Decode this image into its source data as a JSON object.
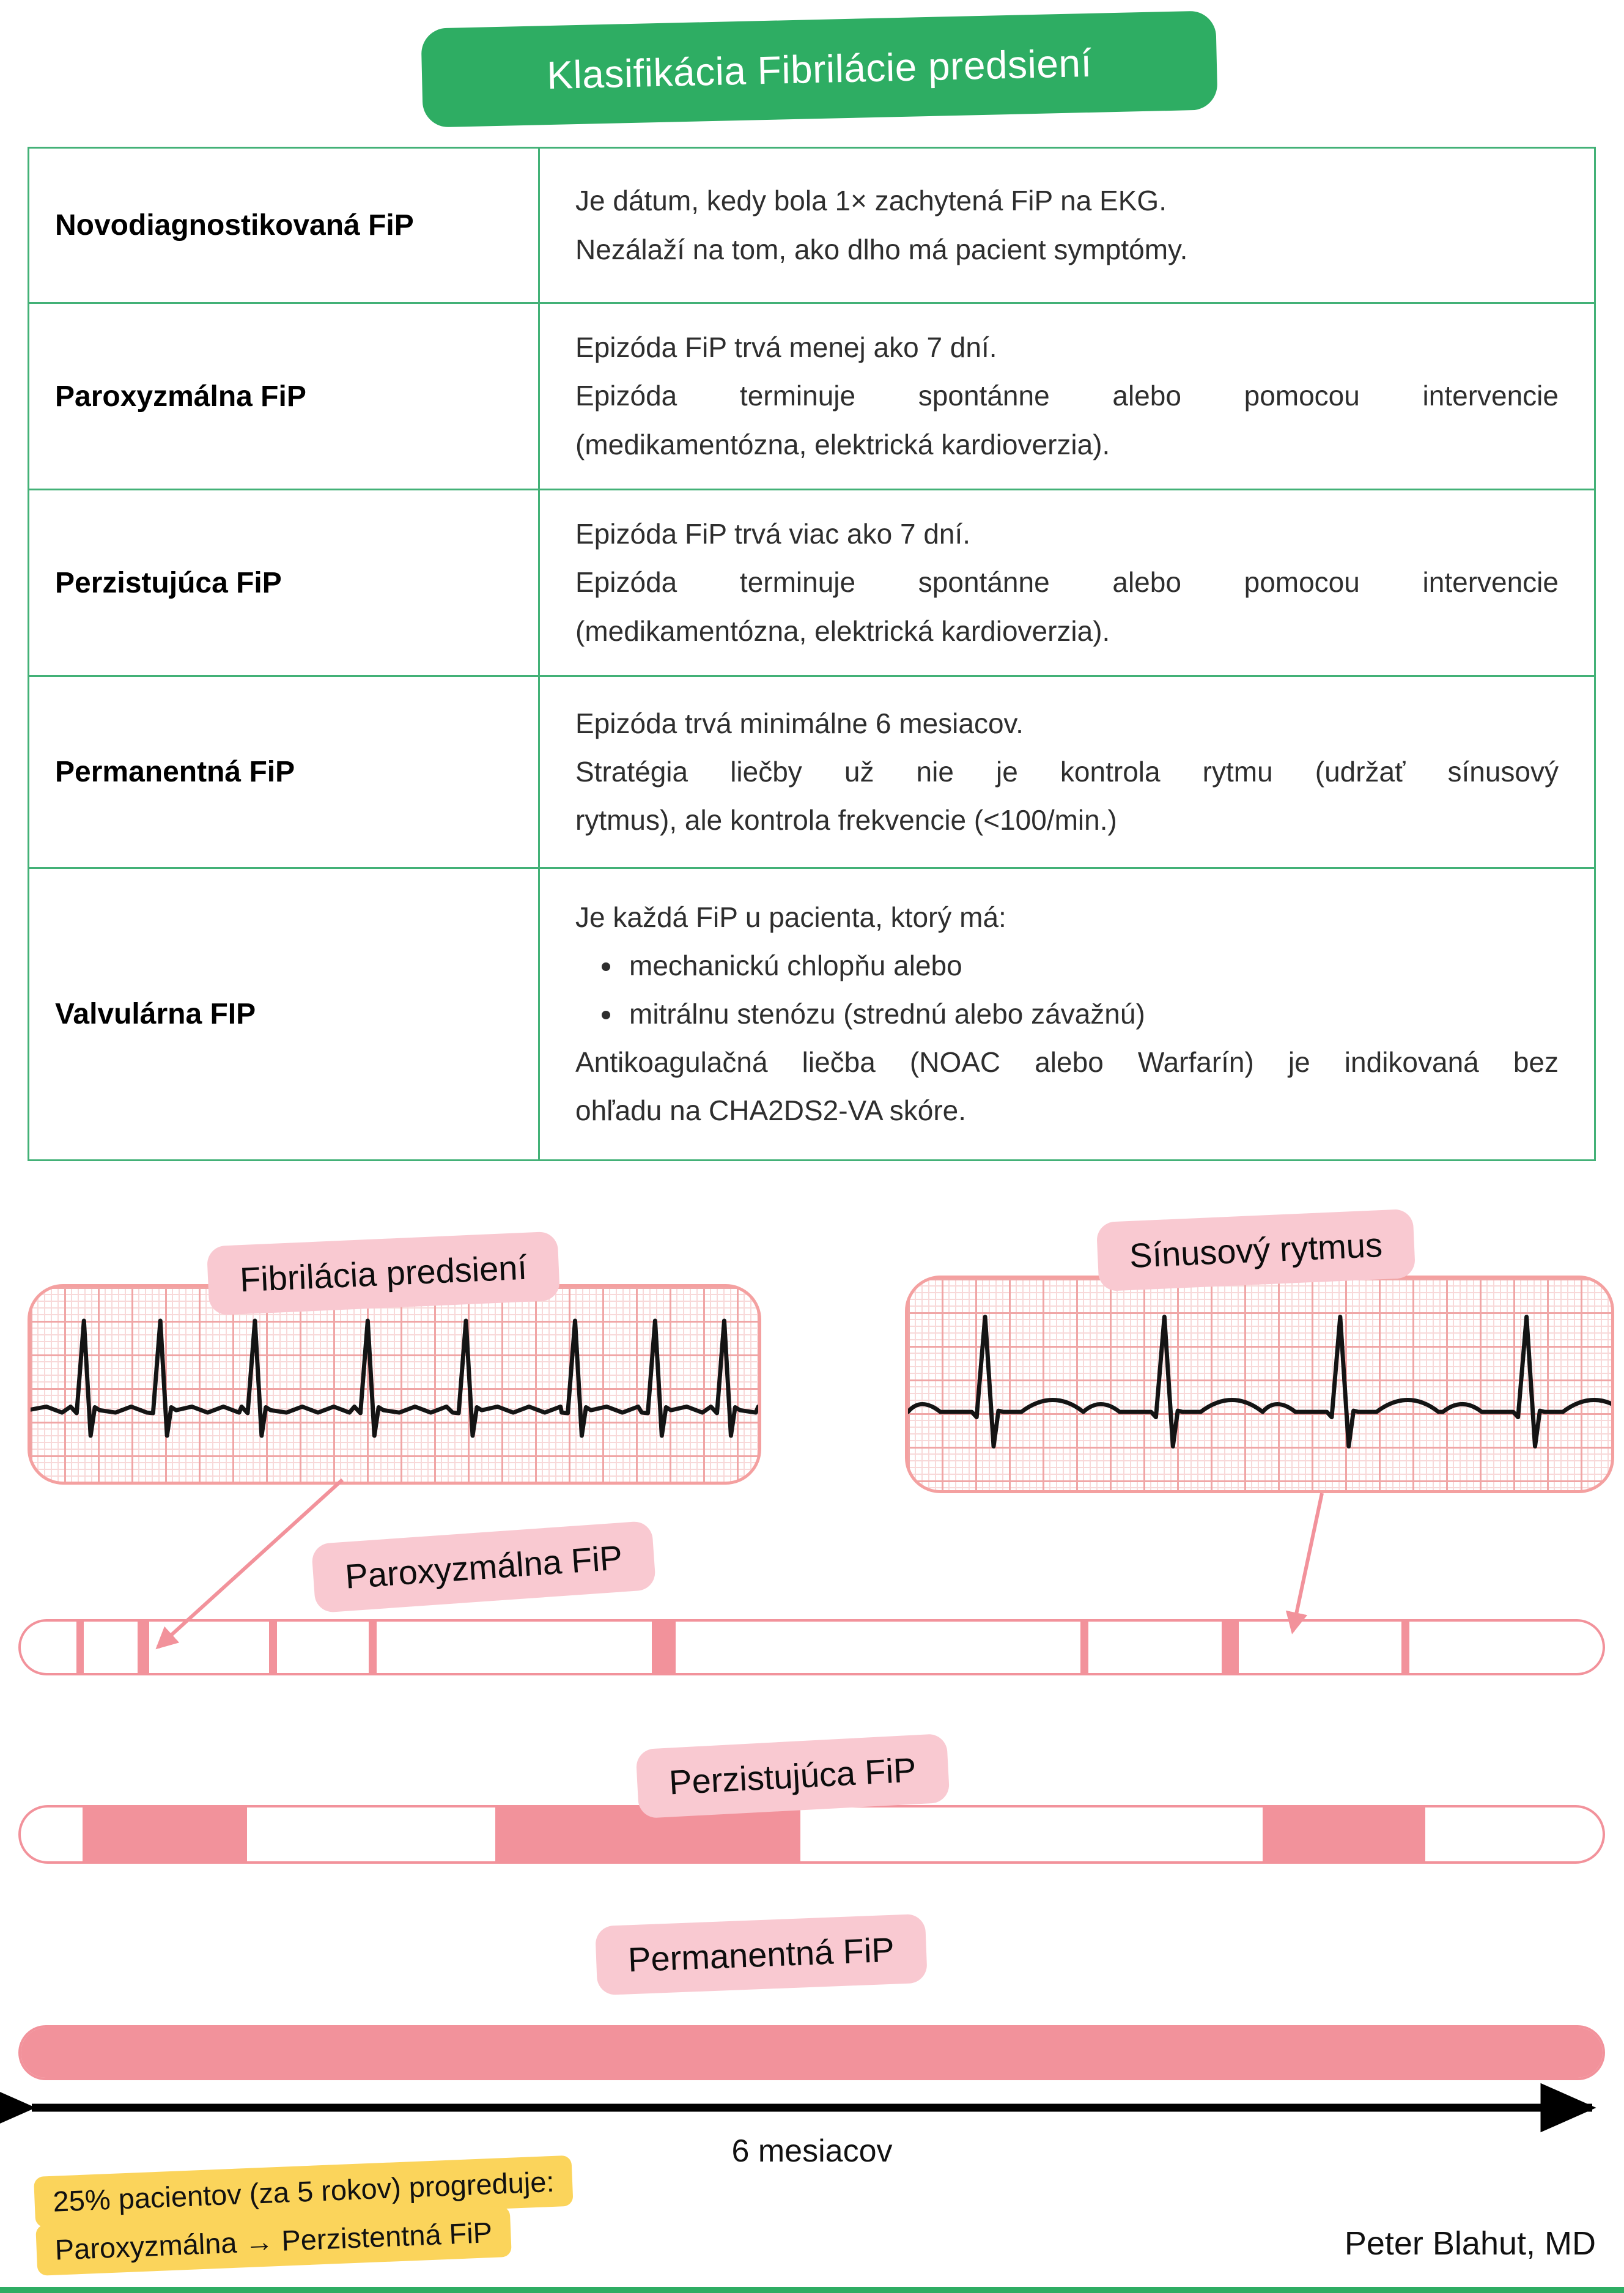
{
  "title": "Klasifikácia Fibrilácie predsiení",
  "colors": {
    "green": "#2EAD63",
    "table_border": "#43B177",
    "pink_label": "#F9C9D1",
    "pink_bar": "#F2929B",
    "ecg_grid_major": "#F0A6A6",
    "ecg_grid_minor": "#F8D9D9",
    "yellow_highlight": "#FBD45B"
  },
  "table": {
    "rows": [
      {
        "term": "Novodiagnostikovaná FiP",
        "lines": [
          {
            "t": "Je dátum, kedy bola 1× zachytená FiP na EKG.",
            "j": false
          },
          {
            "t": "Nezálaží na tom, ako dlho má pacient symptómy.",
            "j": false
          }
        ]
      },
      {
        "term": "Paroxyzmálna FiP",
        "lines": [
          {
            "t": "Epizóda FiP trvá menej ako 7 dní.",
            "j": false
          },
          {
            "t": "Epizóda terminuje spontánne alebo pomocou intervencie",
            "j": true
          },
          {
            "t": "(medikamentózna, elektrická kardioverzia).",
            "j": false
          }
        ]
      },
      {
        "term": "Perzistujúca FiP",
        "lines": [
          {
            "t": "Epizóda FiP trvá viac ako 7 dní.",
            "j": false
          },
          {
            "t": "Epizóda terminuje spontánne alebo pomocou intervencie",
            "j": true
          },
          {
            "t": "(medikamentózna, elektrická kardioverzia).",
            "j": false
          }
        ]
      },
      {
        "term": "Permanentná FiP",
        "lines": [
          {
            "t": "Epizóda trvá minimálne 6 mesiacov.",
            "j": false
          },
          {
            "t": "Stratégia liečby už nie je kontrola rytmu (udržať sínusový",
            "j": true
          },
          {
            "t": "rytmus), ale kontrola frekvencie (<100/min.)",
            "j": false
          }
        ]
      },
      {
        "term": "Valvulárna FIP",
        "intro": {
          "t": "Je každá FiP u pacienta, ktorý má:",
          "j": false
        },
        "bullets": [
          "mechanickú chlopňu alebo",
          "mitrálnu stenózu (strednú alebo závažnú)"
        ],
        "outro": [
          {
            "t": "Antikoagulačná liečba (NOAC alebo Warfarín) je indikovaná bez",
            "j": true
          },
          {
            "t": "ohľadu na CHA2DS2-VA skóre.",
            "j": false
          }
        ]
      }
    ]
  },
  "ecg": {
    "left": {
      "label": "Fibrilácia predsiení",
      "type": "afib",
      "beats_frac": [
        0.075,
        0.18,
        0.31,
        0.465,
        0.6,
        0.75,
        0.86,
        0.955
      ]
    },
    "right": {
      "label": "Sínusový rytmus",
      "type": "sinus",
      "beats_frac": [
        0.12,
        0.375,
        0.625,
        0.89
      ]
    }
  },
  "timeline": {
    "paroxysmal": {
      "label": "Paroxyzmálna FiP",
      "episodes": [
        {
          "l": 3.5,
          "w": 0.5
        },
        {
          "l": 7.4,
          "w": 0.7
        },
        {
          "l": 15.7,
          "w": 0.5
        },
        {
          "l": 22.0,
          "w": 0.5
        },
        {
          "l": 39.9,
          "w": 1.5
        },
        {
          "l": 67.0,
          "w": 0.5
        },
        {
          "l": 75.9,
          "w": 1.1
        },
        {
          "l": 87.3,
          "w": 0.5
        }
      ]
    },
    "persistent": {
      "label": "Perzistujúca FiP",
      "episodes": [
        {
          "l": 3.9,
          "w": 10.4
        },
        {
          "l": 30.0,
          "w": 19.3
        },
        {
          "l": 78.5,
          "w": 10.3
        }
      ]
    },
    "permanent": {
      "label": "Permanentná FiP",
      "episodes": [
        {
          "l": 0,
          "w": 100
        }
      ]
    },
    "axis_label": "6 mesiacov"
  },
  "note": {
    "line1": "25% pacientov (za 5 rokov) progreduje:",
    "line2": "Paroxyzmálna → Perzistentná FiP"
  },
  "credit": "Peter Blahut, MD"
}
